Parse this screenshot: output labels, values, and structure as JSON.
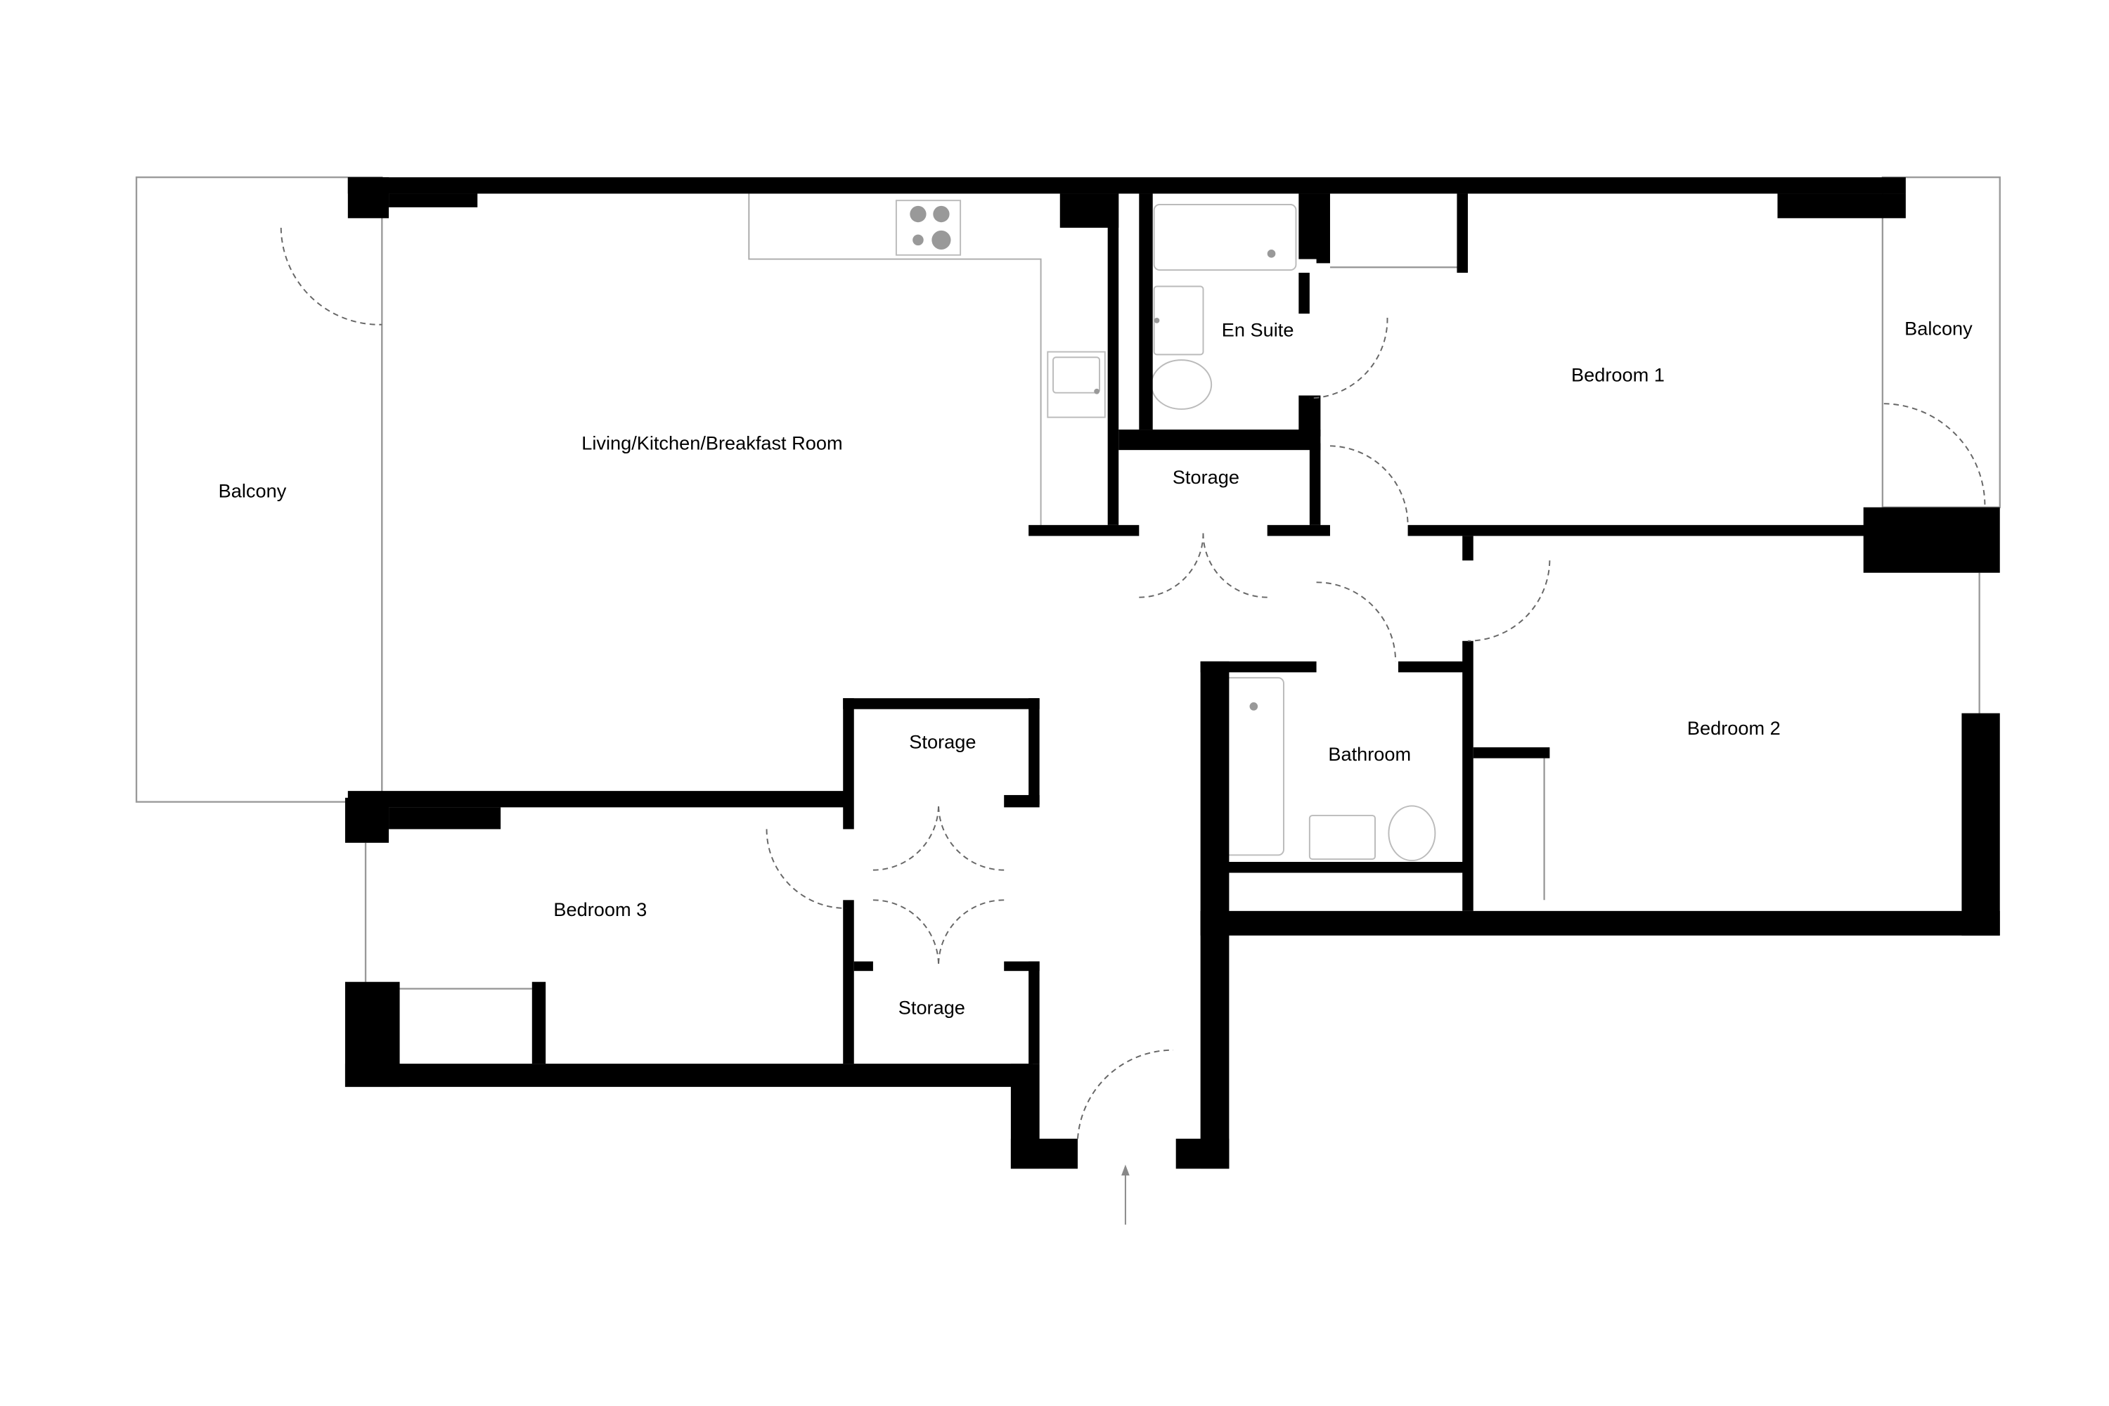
{
  "rooms": {
    "balcony_west": "Balcony",
    "living": "Living/Kitchen/Breakfast Room",
    "en_suite": "En Suite",
    "storage_north": "Storage",
    "bedroom1": "Bedroom 1",
    "balcony_east": "Balcony",
    "bedroom2": "Bedroom 2",
    "bathroom": "Bathroom",
    "storage_upper": "Storage",
    "bedroom3": "Bedroom 3",
    "storage_lower": "Storage"
  },
  "icons": {
    "entrance": "entrance-arrow-icon",
    "hob": "hob-icon",
    "sink": "sink-icon",
    "bath": "bathtub-icon",
    "toilet": "toilet-icon",
    "basin": "basin-icon"
  },
  "colors": {
    "wall": "#000000",
    "fixture": "#bbbbbb",
    "background": "#ffffff"
  }
}
